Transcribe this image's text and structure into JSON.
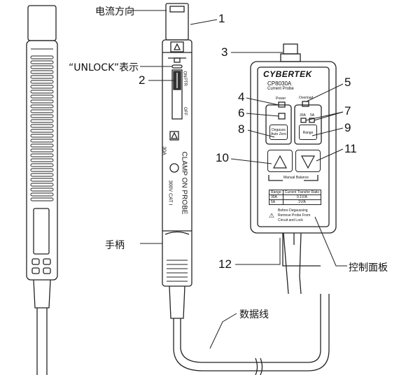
{
  "callouts": {
    "current_direction": "电流方向",
    "unlock_indicator": "“UNLOCK”表示",
    "handle": "手柄",
    "control_panel": "控制面板",
    "data_cable": "数据线",
    "n1": "1",
    "n2": "2",
    "n3": "3",
    "n4": "4",
    "n5": "5",
    "n6": "6",
    "n7": "7",
    "n8": "8",
    "n9": "9",
    "n10": "10",
    "n11": "11",
    "n12": "12"
  },
  "probe": {
    "label": "CLAMP ON PROBE",
    "rating1": "30A",
    "rating2": "300V CAT I",
    "switch_labels": [
      "ON",
      "PTR",
      "OFF"
    ]
  },
  "panel": {
    "brand": "CYBERTEK",
    "model": "CP8030A",
    "subtitle": "Current Probe",
    "power": "Power",
    "overload": "Overload",
    "range_30a": "30A",
    "range_5a": "5A",
    "degauss_line1": "Degauss",
    "degauss_line2": "Auto Zero",
    "range_button": "Range",
    "manual_balance": "Manual Balance",
    "table": {
      "headers": [
        "Range",
        "Current Transfer Ratio"
      ],
      "rows": [
        [
          "30A",
          "0.1V/A"
        ],
        [
          "5A",
          "1V/A"
        ]
      ]
    },
    "warning": [
      "Before Degaussing",
      "Remove Probe From",
      "Circuit and Lock"
    ]
  }
}
